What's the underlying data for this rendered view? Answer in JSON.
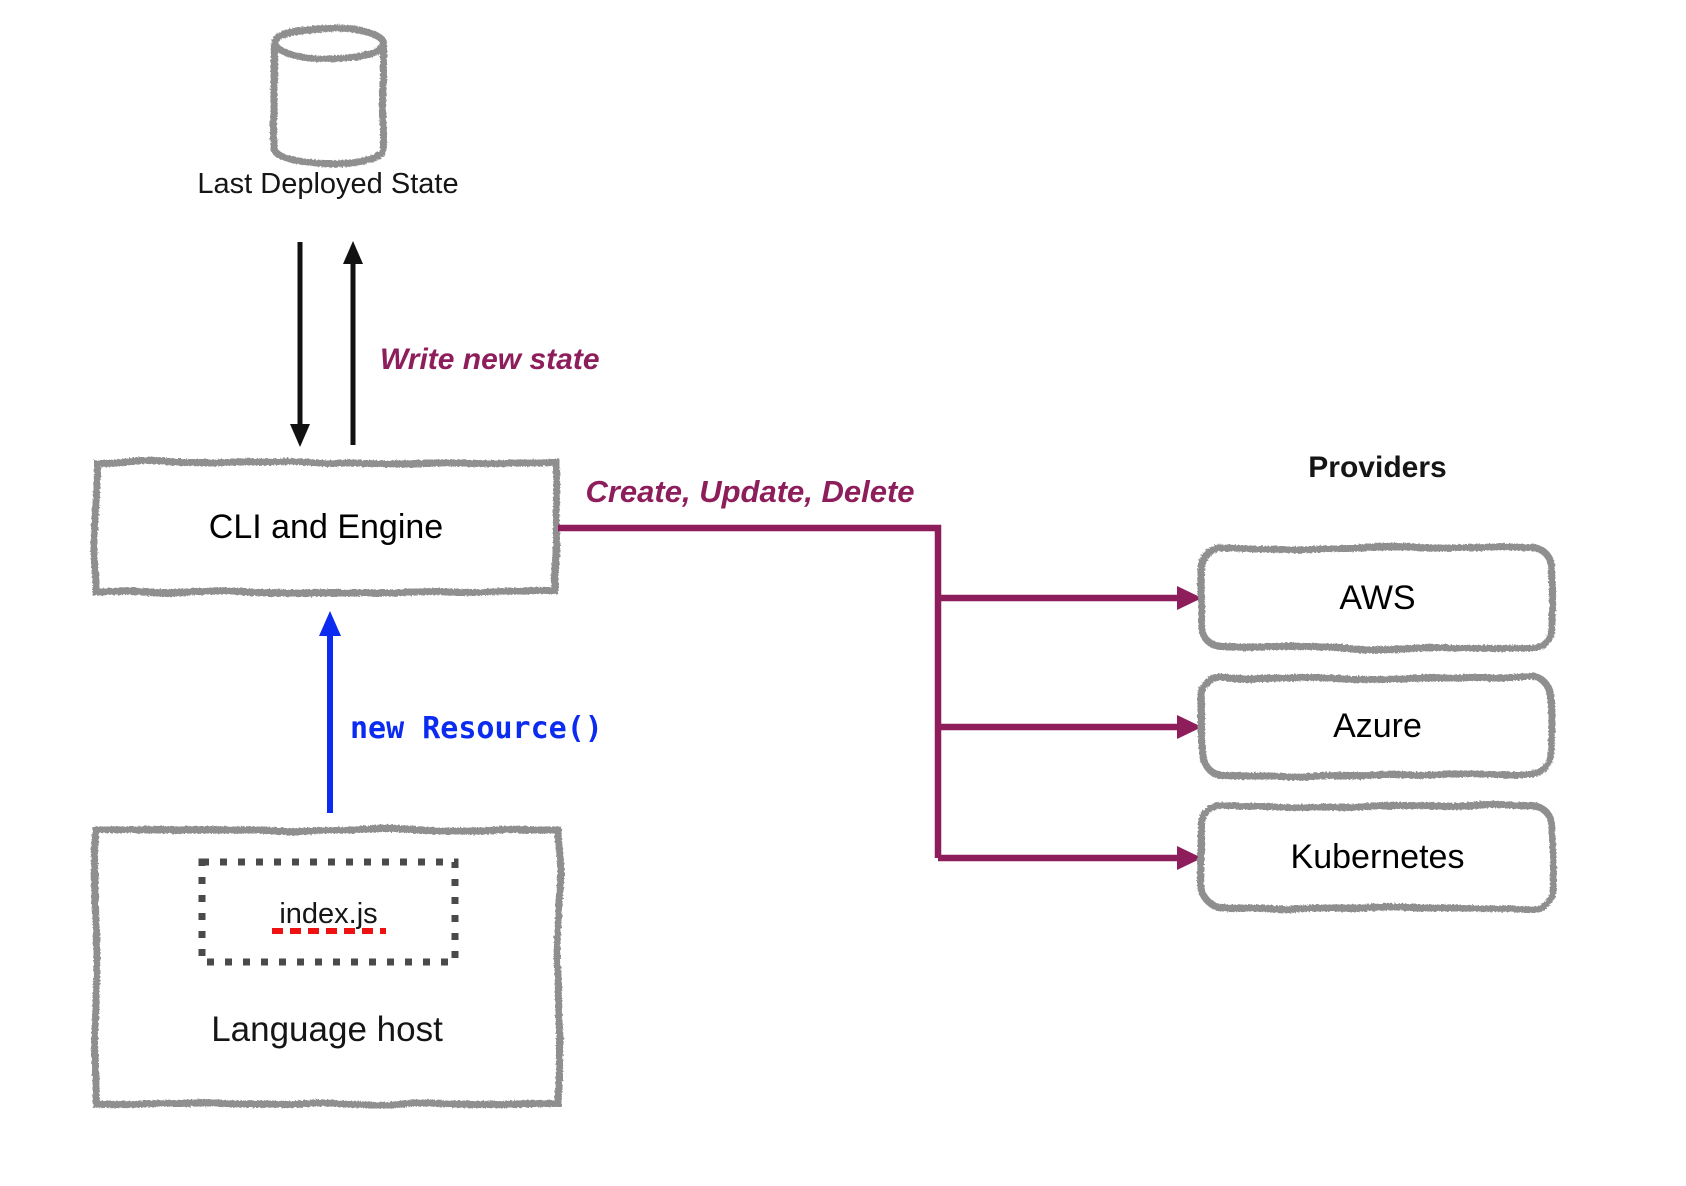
{
  "nodes": {
    "last_deployed_state": {
      "label": "Last Deployed State",
      "icon": "database-cylinder-icon"
    },
    "cli_engine": {
      "label": "CLI and Engine"
    },
    "language_host": {
      "label": "Language host",
      "file_label": "index.js"
    }
  },
  "edges": {
    "write_new_state": {
      "label": "Write new state"
    },
    "create_update_delete": {
      "label": "Create, Update, Delete"
    },
    "new_resource": {
      "label": "new Resource()"
    }
  },
  "providers": {
    "heading": "Providers",
    "items": [
      {
        "label": "AWS"
      },
      {
        "label": "Azure"
      },
      {
        "label": "Kubernetes"
      }
    ]
  },
  "colors": {
    "sketch_gray": "#8f8f8f",
    "dotted_gray": "#4a4a4a",
    "maroon": "#8E1D5B",
    "blue": "#0C2BF0",
    "arrow_black": "#111111",
    "underline_red": "#EE1111",
    "text_black": "#151515"
  }
}
